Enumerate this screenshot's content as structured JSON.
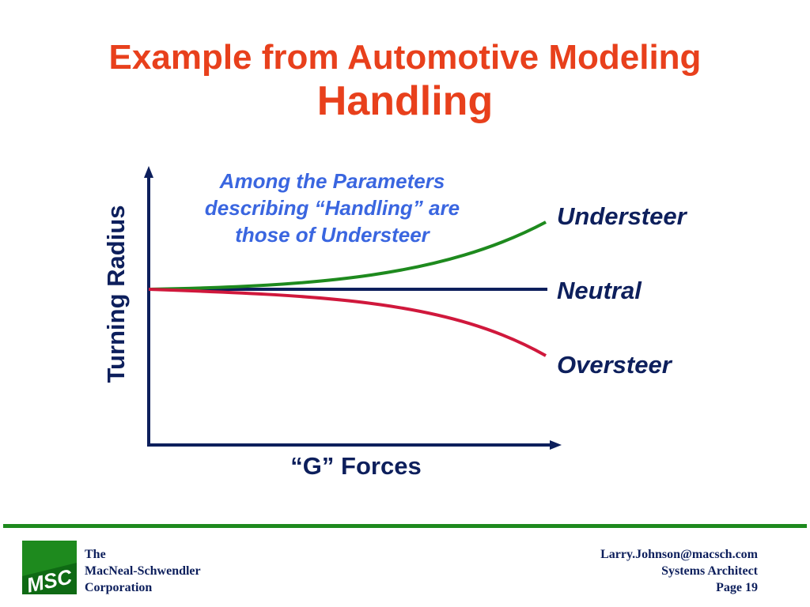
{
  "title": "Example from Automotive Modeling",
  "subtitle": "Handling",
  "note": "Among the Parameters describing “Handling” are those of Understeer",
  "diagram": {
    "y_axis_label": "Turning Radius",
    "x_axis_label": "“G” Forces",
    "curves": [
      {
        "name": "Understeer",
        "color": "#1e8a1e"
      },
      {
        "name": "Neutral",
        "color": "#0d1f5c"
      },
      {
        "name": "Oversteer",
        "color": "#d0183c"
      }
    ]
  },
  "footer": {
    "company_lines": [
      "The",
      "MacNeal-Schwendler",
      "Corporation"
    ],
    "logo_text": "MSC",
    "contact_lines": [
      "Larry.Johnson@macsch.com",
      "Systems Architect",
      "Page 19"
    ]
  }
}
